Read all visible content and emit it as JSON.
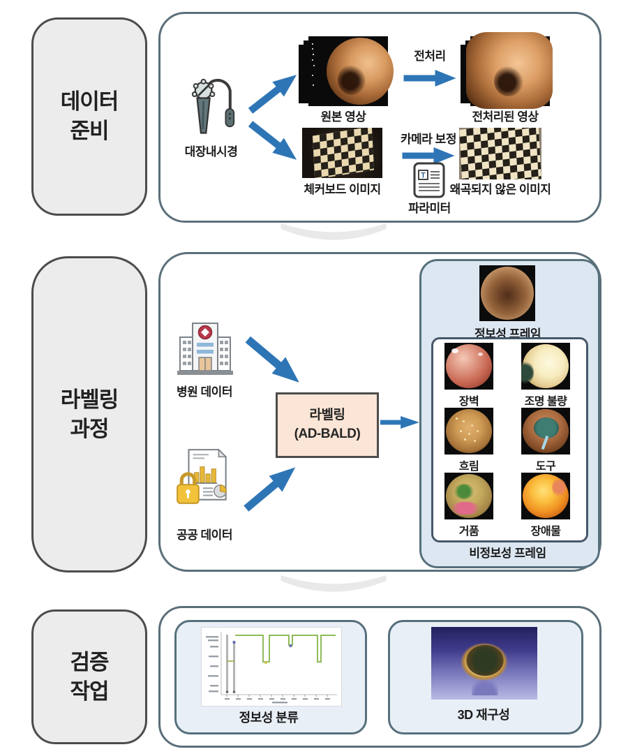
{
  "section1": {
    "title": "데이터\n준비",
    "endoscope_label": "대장내시경",
    "original_caption": "원본 영상",
    "preprocess_label": "전처리",
    "preprocessed_caption": "전처리된 영상",
    "checkerboard_caption": "체커보드 이미지",
    "calibration_label": "카메라 보정",
    "parameter_caption": "파라미터",
    "parameter_icon_letter": "T",
    "undistorted_caption": "왜곡되지 않은 이미지"
  },
  "section2": {
    "title": "라벨링\n과정",
    "hospital_caption": "병원 데이터",
    "public_caption": "공공 데이터",
    "labeling_line1": "라벨링",
    "labeling_line2": "(AD-BALD)",
    "informative_caption": "정보성 프레임",
    "grid_labels": [
      "장벽",
      "조명 불량",
      "흐림",
      "도구",
      "거품",
      "장애물"
    ],
    "noninformative_caption": "비정보성 프레임"
  },
  "section3": {
    "title": "검증\n작업",
    "classification_caption": "정보성 분류",
    "reconstruction_caption": "3D 재구성"
  },
  "colors": {
    "arrow_blue": "#2e75b6",
    "panel_border": "#5a6f7a",
    "label_box_fill": "#ececec",
    "label_box_border": "#4c4c4c",
    "labeling_box_fill": "#fbe5d6",
    "blue_panel_fill": "#dce7f2",
    "inner_box_border": "#46586a",
    "verify_box_fill": "#e9eff7",
    "chart_line_green": "#8fba5a"
  },
  "icons": {
    "endoscope": "colonoscope-device",
    "hospital": "hospital-building",
    "public_data": "locked-document-with-chart",
    "parameter": "parameter-document"
  }
}
